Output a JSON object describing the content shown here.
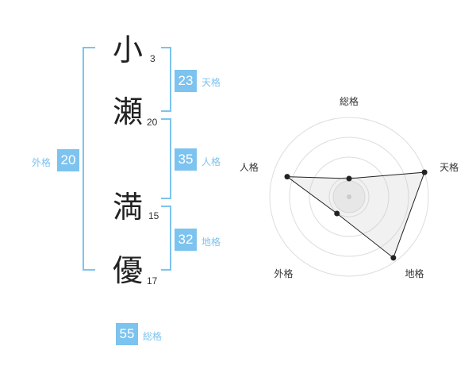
{
  "name": {
    "chars": [
      {
        "char": "小",
        "strokes": "3"
      },
      {
        "char": "瀬",
        "strokes": "20"
      },
      {
        "char": "満",
        "strokes": "15"
      },
      {
        "char": "優",
        "strokes": "17"
      }
    ]
  },
  "fortunes": {
    "tenkaku": {
      "value": "23",
      "label": "天格"
    },
    "jinkaku": {
      "value": "35",
      "label": "人格"
    },
    "chikaku": {
      "value": "32",
      "label": "地格"
    },
    "gaikaku": {
      "value": "20",
      "label": "外格"
    },
    "soukaku": {
      "value": "55",
      "label": "総格"
    }
  },
  "colors": {
    "accent": "#7cc3ef",
    "bracket": "#7cc3ef",
    "text": "#222222"
  },
  "chart_data": {
    "type": "radar",
    "axes": [
      "総格",
      "天格",
      "地格",
      "外格",
      "人格"
    ],
    "values": [
      0.23,
      1.0,
      0.95,
      0.26,
      0.82
    ],
    "rings": 4,
    "grid": true
  }
}
